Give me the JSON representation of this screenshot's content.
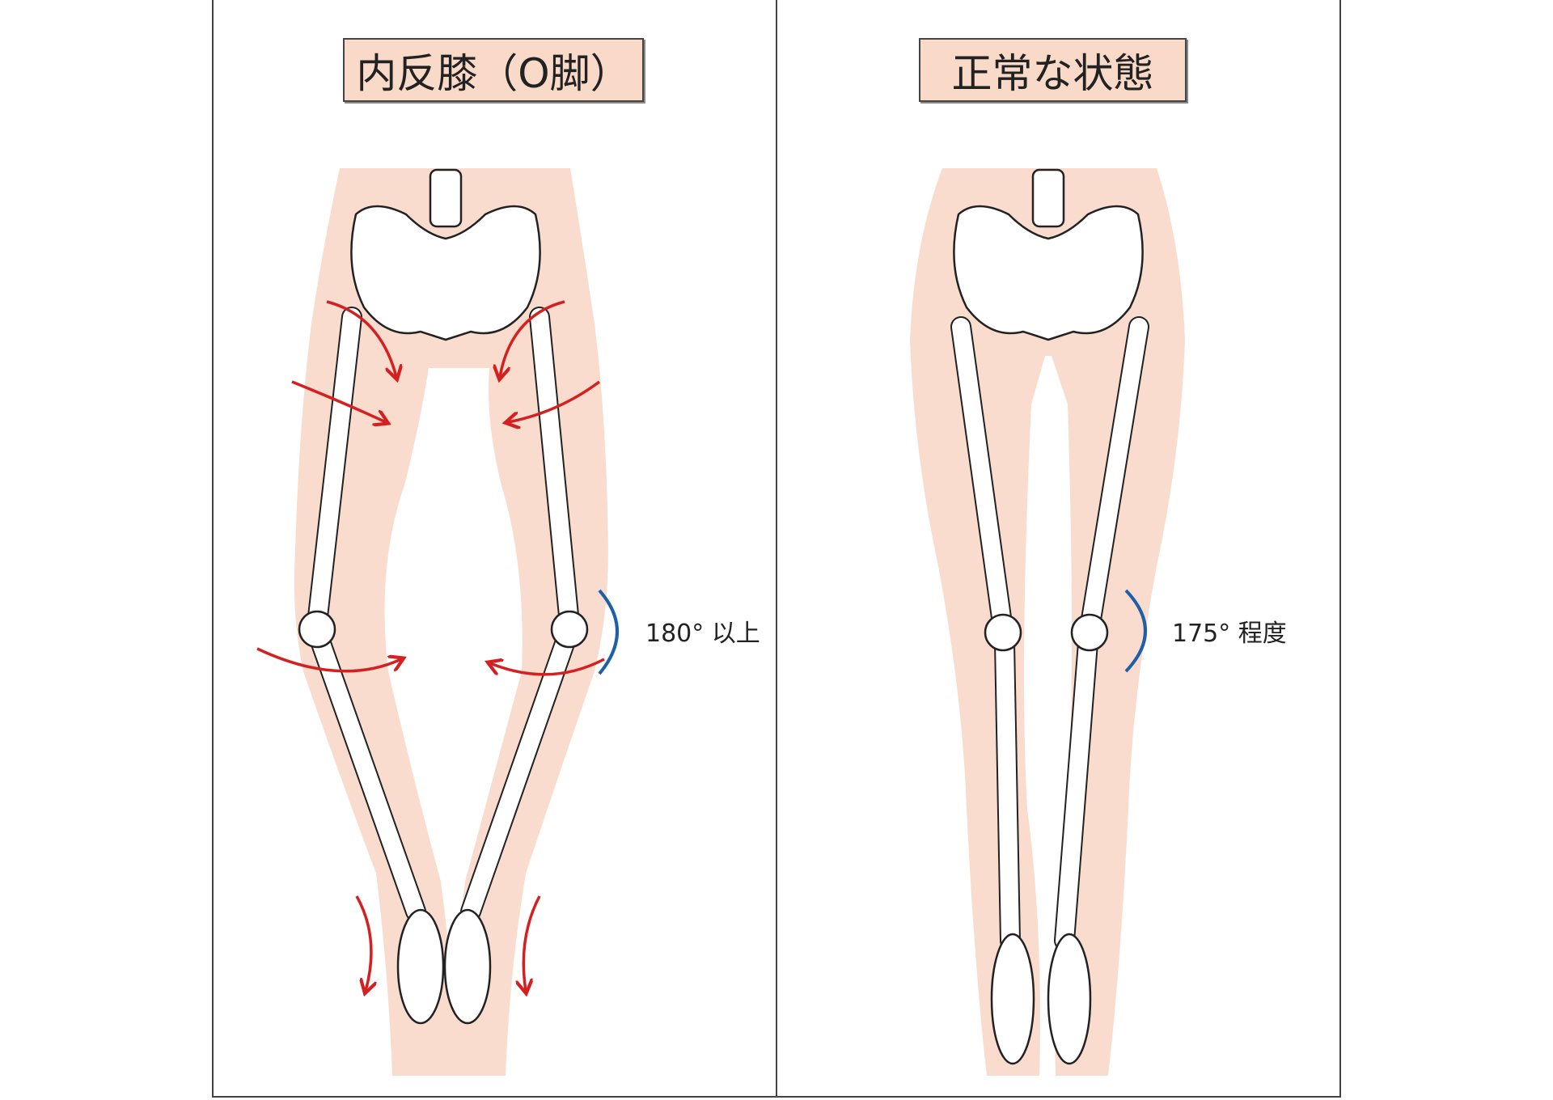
{
  "panels": [
    {
      "title": "内反膝（O脚）",
      "angle_label": "180° 以上"
    },
    {
      "title": "正常な状態",
      "angle_label": "175° 程度"
    }
  ],
  "colors": {
    "skin": "#f9dccd",
    "bone": "#ffffff",
    "outline": "#222222",
    "arrow": "#d42020",
    "angle_arc": "#1f5fa8",
    "title_bg": "#f9d9c8"
  }
}
